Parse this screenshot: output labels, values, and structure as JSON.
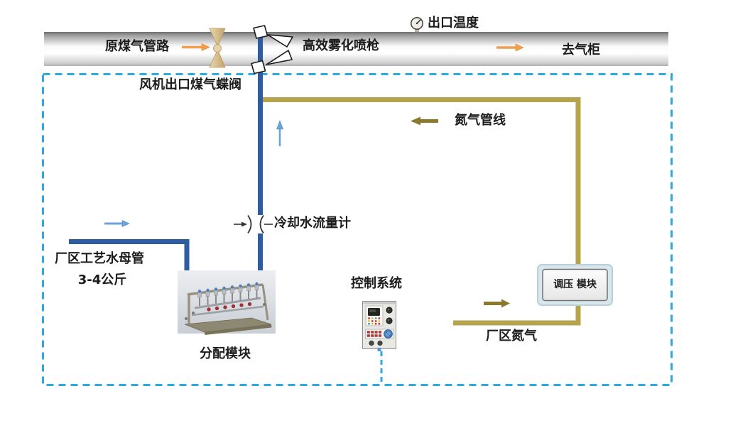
{
  "labels": {
    "outlet_temperature": "出口温度",
    "raw_gas_pipeline": "原煤气管路",
    "atomizing_spray_gun": "高效雾化喷枪",
    "to_gas_cabinet": "去气柜",
    "fan_outlet_butterfly_valve": "风机出口煤气蝶阀",
    "nitrogen_pipeline": "氮气管线",
    "cooling_water_flowmeter": "冷却水流量计",
    "plant_process_water_main": "厂区工艺水母管",
    "water_pressure": "3-4公斤",
    "distribution_module": "分配模块",
    "control_system": "控制系统",
    "pressure_regulation_module": "调压 模块",
    "plant_nitrogen": "厂区氮气"
  },
  "colors": {
    "water_line": "#2e5c9e",
    "nitrogen_line": "#b5a44c",
    "boundary_dash": "#29abe2",
    "flow_arrow_orange": "#f49d4a",
    "flow_arrow_blue": "#6ba3dd",
    "flow_arrow_olive": "#8a7a2e",
    "valve_tan": "#dbc190",
    "pipe_edge_gray": "#7c7c7c"
  },
  "icons": {
    "temperature_gauge": "dial-gauge",
    "butterfly_valve": "hourglass-valve",
    "spray_gun": "angled-nozzle",
    "flow_meter": ")( symbol",
    "flow_arrows": "directional arrows"
  }
}
